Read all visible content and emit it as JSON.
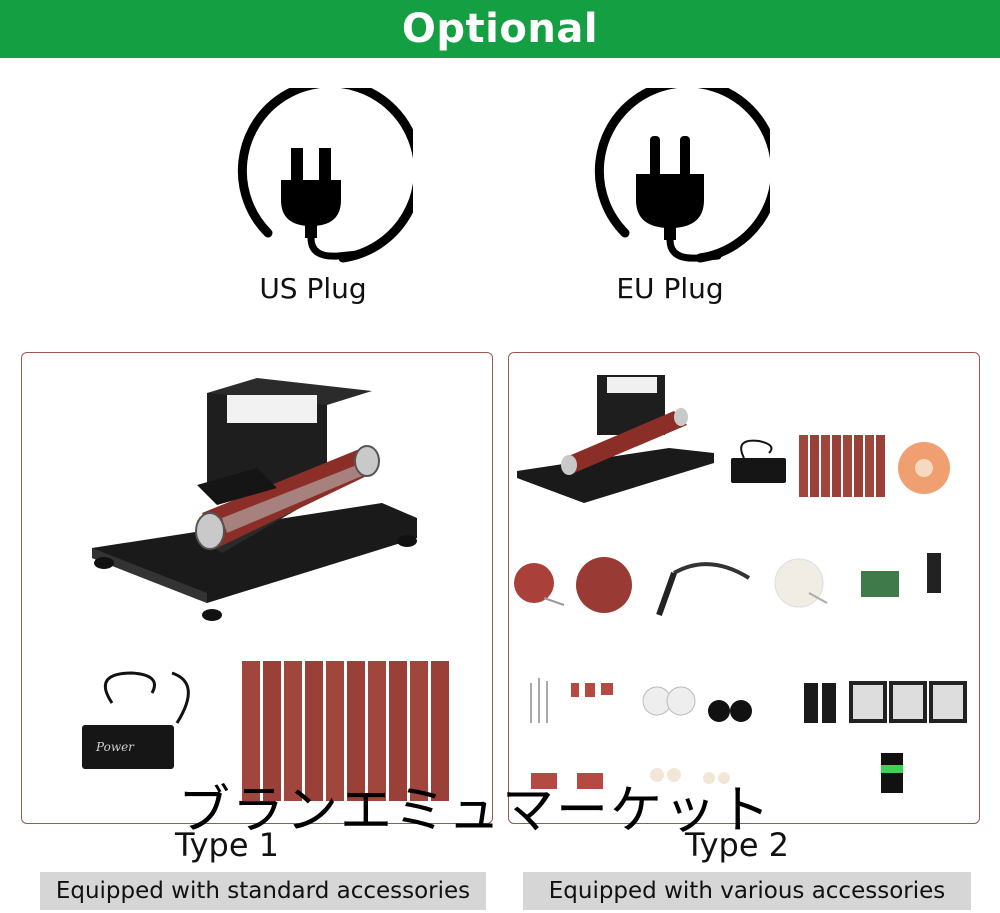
{
  "header": {
    "title": "Optional",
    "color": "#14a042"
  },
  "plugs": [
    {
      "label": "US Plug",
      "icon": "us-plug-icon"
    },
    {
      "label": "EU Plug",
      "icon": "eu-plug-icon"
    }
  ],
  "options": [
    {
      "type_label": "Type 1",
      "description": "Equipped with standard accessories"
    },
    {
      "type_label": "Type 2",
      "description": "Equipped with various accessories"
    }
  ],
  "product": {
    "adapter_text": "Power"
  },
  "watermark": {
    "text": "ブランエミュマーケット"
  }
}
